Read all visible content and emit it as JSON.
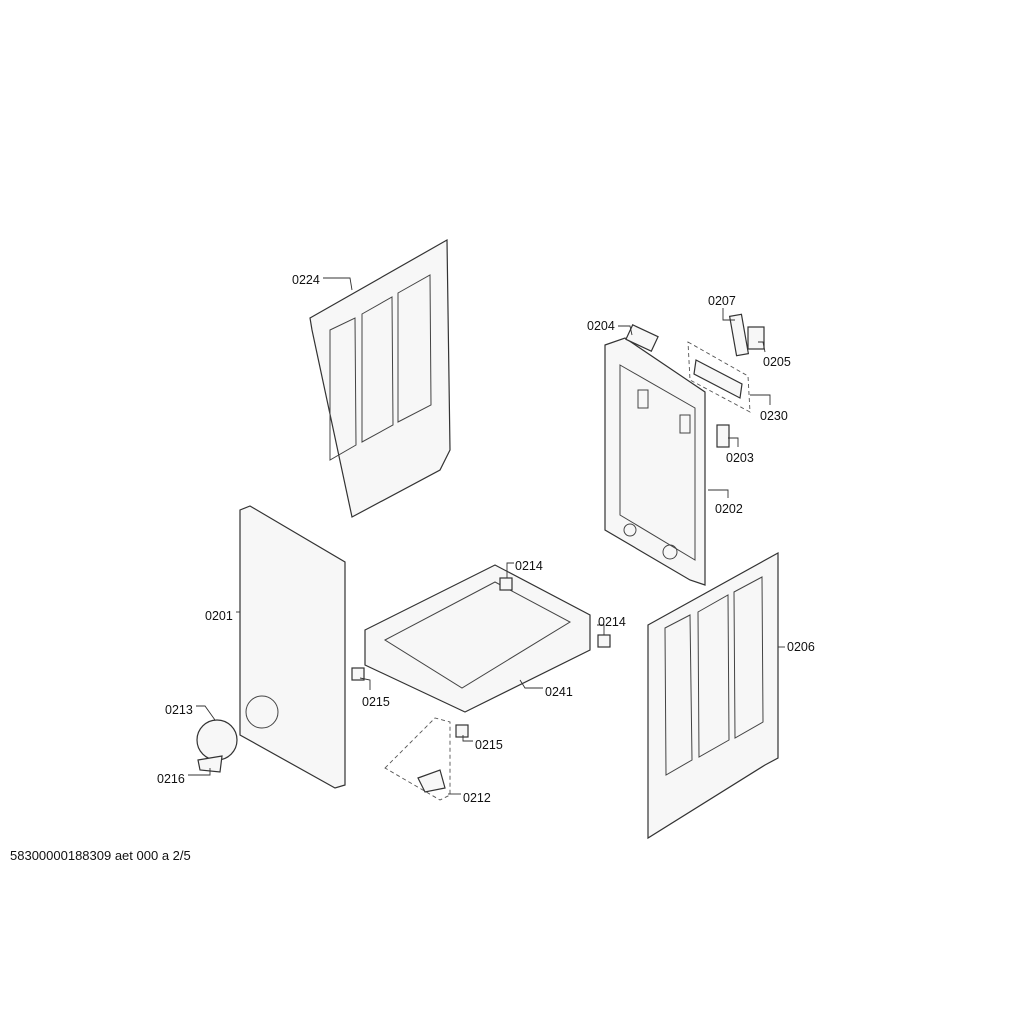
{
  "labels": {
    "p0224": "0224",
    "p0207": "0207",
    "p0204": "0204",
    "p0205": "0205",
    "p0230": "0230",
    "p0203": "0203",
    "p0202": "0202",
    "p0214a": "0214",
    "p0214b": "0214",
    "p0201": "0201",
    "p0206": "0206",
    "p0213": "0213",
    "p0215a": "0215",
    "p0241": "0241",
    "p0215b": "0215",
    "p0216": "0216",
    "p0212": "0212"
  },
  "footer": "58300000188309 aet 000 a 2/5"
}
